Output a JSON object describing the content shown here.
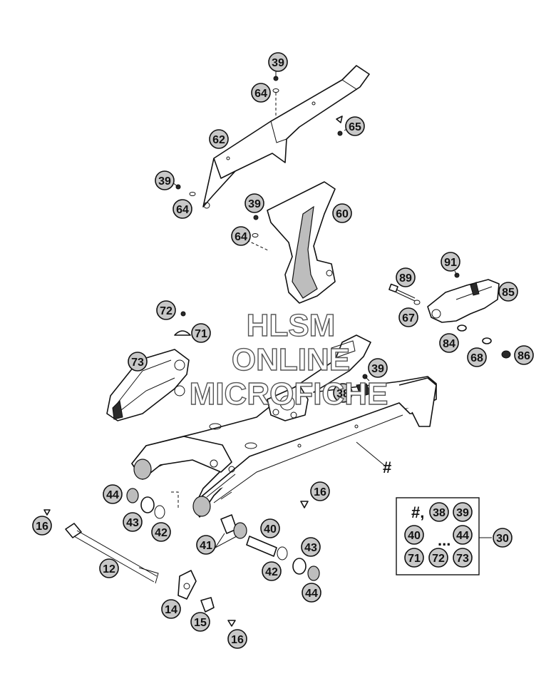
{
  "watermark": {
    "line1": "HLSM",
    "line2": "ONLINE",
    "line3": "MICROFICHE"
  },
  "callouts": [
    {
      "id": "c39a",
      "label": "39"
    },
    {
      "id": "c64a",
      "label": "64"
    },
    {
      "id": "c65",
      "label": "65"
    },
    {
      "id": "c62",
      "label": "62"
    },
    {
      "id": "c39b",
      "label": "39"
    },
    {
      "id": "c64b",
      "label": "64"
    },
    {
      "id": "c39c",
      "label": "39"
    },
    {
      "id": "c60",
      "label": "60"
    },
    {
      "id": "c64c",
      "label": "64"
    },
    {
      "id": "c91",
      "label": "91"
    },
    {
      "id": "c89",
      "label": "89"
    },
    {
      "id": "c85",
      "label": "85"
    },
    {
      "id": "c67",
      "label": "67"
    },
    {
      "id": "c72",
      "label": "72"
    },
    {
      "id": "c71",
      "label": "71"
    },
    {
      "id": "c84",
      "label": "84"
    },
    {
      "id": "c68",
      "label": "68"
    },
    {
      "id": "c86",
      "label": "86"
    },
    {
      "id": "c73",
      "label": "73"
    },
    {
      "id": "c39d",
      "label": "39"
    },
    {
      "id": "c38",
      "label": "38"
    },
    {
      "id": "c44a",
      "label": "44"
    },
    {
      "id": "c16a",
      "label": "16"
    },
    {
      "id": "c43a",
      "label": "43"
    },
    {
      "id": "c16b",
      "label": "16"
    },
    {
      "id": "c40",
      "label": "40"
    },
    {
      "id": "c42a",
      "label": "42"
    },
    {
      "id": "c41",
      "label": "41"
    },
    {
      "id": "c43b",
      "label": "43"
    },
    {
      "id": "c12",
      "label": "12"
    },
    {
      "id": "c42b",
      "label": "42"
    },
    {
      "id": "c30",
      "label": "30"
    },
    {
      "id": "c44b",
      "label": "44"
    },
    {
      "id": "c14",
      "label": "14"
    },
    {
      "id": "c15",
      "label": "15"
    },
    {
      "id": "c16c",
      "label": "16"
    }
  ],
  "hash_mark": "#",
  "kit_box": {
    "hash_label": "#,",
    "ellipsis": "...",
    "items": [
      "38",
      "39",
      "40",
      "44",
      "71",
      "72",
      "73"
    ]
  }
}
